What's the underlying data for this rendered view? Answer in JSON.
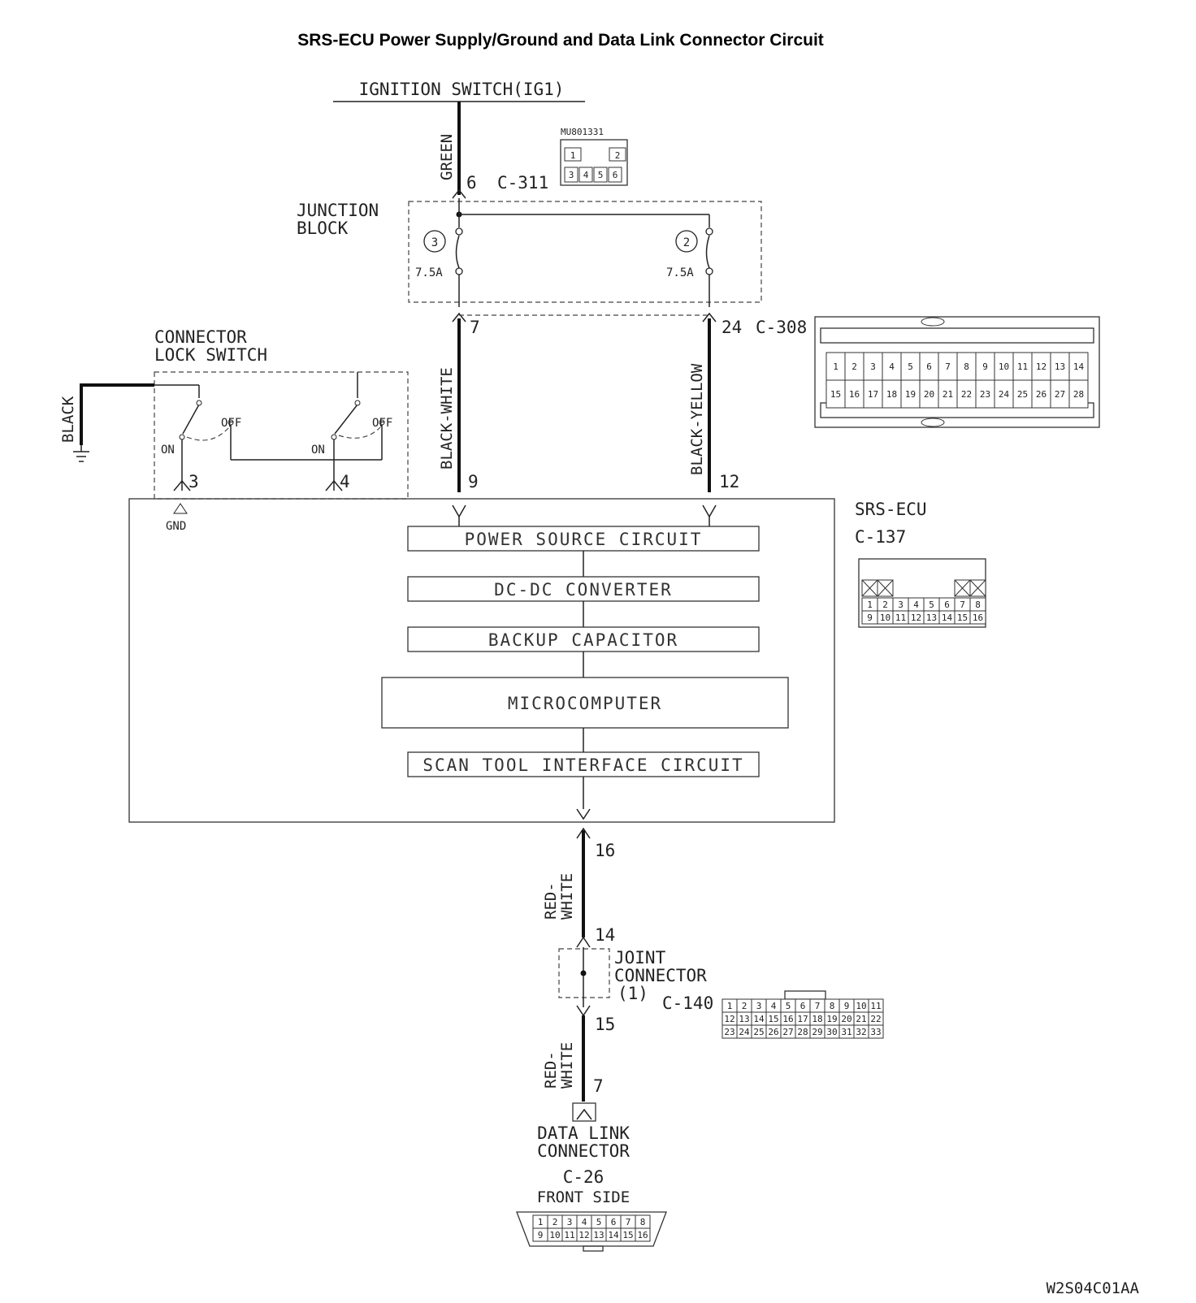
{
  "title": "SRS-ECU Power Supply/Ground and Data Link Connector Circuit",
  "ignition_switch": "IGNITION SWITCH(IG1)",
  "wires": {
    "green": "GREEN",
    "black_white": "BLACK-WHITE",
    "black_yellow": "BLACK-YELLOW",
    "black": "BLACK",
    "red_white_1a": "RED-",
    "red_white_1b": "WHITE",
    "red_white_2a": "RED-",
    "red_white_2b": "WHITE"
  },
  "mu_connector": {
    "part": "MU801331",
    "pins": [
      "1",
      "2",
      "3",
      "4",
      "5",
      "6"
    ]
  },
  "pins": {
    "p6": "6",
    "c311": "C-311",
    "p7": "7",
    "p24": "24",
    "c308": "C-308",
    "p3": "3",
    "p4": "4",
    "p9": "9",
    "p12": "12",
    "p16": "16",
    "p14": "14",
    "p15": "15",
    "p7b": "7"
  },
  "junction_block": {
    "line1": "JUNCTION",
    "line2": "BLOCK",
    "fuse_left_num": "3",
    "fuse_right_num": "2",
    "fuse_left_rating": "7.5A",
    "fuse_right_rating": "7.5A"
  },
  "lock_switch": {
    "line1": "CONNECTOR",
    "line2": "LOCK SWITCH",
    "on": "ON",
    "off": "OFF",
    "gnd": "GND"
  },
  "c308_connector": {
    "row1": [
      "1",
      "2",
      "3",
      "4",
      "5",
      "6",
      "7",
      "8",
      "9",
      "10",
      "11",
      "12",
      "13",
      "14"
    ],
    "row2": [
      "15",
      "16",
      "17",
      "18",
      "19",
      "20",
      "21",
      "22",
      "23",
      "24",
      "25",
      "26",
      "27",
      "28"
    ]
  },
  "ecu": {
    "name": "SRS-ECU",
    "connector": "C-137",
    "blocks": [
      "POWER SOURCE CIRCUIT",
      "DC-DC CONVERTER",
      "BACKUP CAPACITOR",
      "MICROCOMPUTER",
      "SCAN TOOL INTERFACE CIRCUIT"
    ],
    "c137_row1": [
      "1",
      "2",
      "3",
      "4",
      "5",
      "6",
      "7",
      "8"
    ],
    "c137_row2": [
      "9",
      "10",
      "11",
      "12",
      "13",
      "14",
      "15",
      "16"
    ]
  },
  "joint_connector": {
    "line1": "JOINT",
    "line2": "CONNECTOR",
    "line3": "(1)",
    "connector": "C-140",
    "row1": [
      "1",
      "2",
      "3",
      "4",
      "5",
      "6",
      "7",
      "8",
      "9",
      "10",
      "11"
    ],
    "row2": [
      "12",
      "13",
      "14",
      "15",
      "16",
      "17",
      "18",
      "19",
      "20",
      "21",
      "22"
    ],
    "row3": [
      "23",
      "24",
      "25",
      "26",
      "27",
      "28",
      "29",
      "30",
      "31",
      "32",
      "33"
    ]
  },
  "data_link": {
    "line1": "DATA LINK",
    "line2": "CONNECTOR",
    "connector": "C-26",
    "side": "FRONT SIDE",
    "row1": [
      "1",
      "2",
      "3",
      "4",
      "5",
      "6",
      "7",
      "8"
    ],
    "row2": [
      "9",
      "10",
      "11",
      "12",
      "13",
      "14",
      "15",
      "16"
    ]
  },
  "code": "W2S04C01AA"
}
